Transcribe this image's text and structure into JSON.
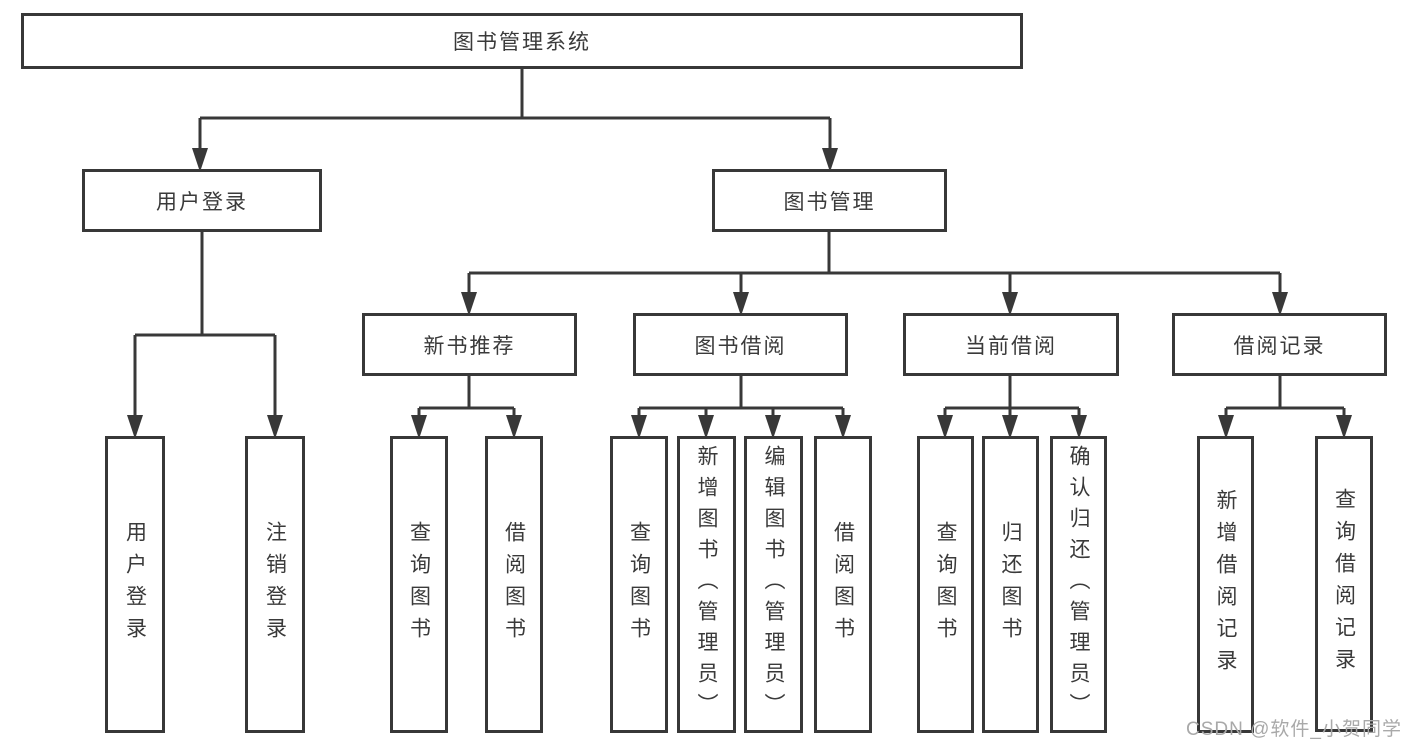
{
  "diagram": {
    "type": "hierarchy-diagram",
    "watermark": "CSDN @软件_小贺同学",
    "colors": {
      "background": "#ffffff",
      "line": "#383838",
      "box_border": "#383838",
      "text": "#3a3a3a",
      "watermark_text": "#a9a9a9"
    },
    "tree": {
      "label": "图书管理系统",
      "children": [
        {
          "label": "用户登录",
          "children": [
            {
              "label": "用户登录"
            },
            {
              "label": "注销登录"
            }
          ]
        },
        {
          "label": "图书管理",
          "children": [
            {
              "label": "新书推荐",
              "children": [
                {
                  "label": "查询图书"
                },
                {
                  "label": "借阅图书"
                }
              ]
            },
            {
              "label": "图书借阅",
              "children": [
                {
                  "label": "查询图书"
                },
                {
                  "label": "新增图书（管理员）"
                },
                {
                  "label": "编辑图书（管理员）"
                },
                {
                  "label": "借阅图书"
                }
              ]
            },
            {
              "label": "当前借阅",
              "children": [
                {
                  "label": "查询图书"
                },
                {
                  "label": "归还图书"
                },
                {
                  "label": "确认归还（管理员）"
                }
              ]
            },
            {
              "label": "借阅记录",
              "children": [
                {
                  "label": "新增借阅记录"
                },
                {
                  "label": "查询借阅记录"
                }
              ]
            }
          ]
        }
      ]
    }
  }
}
